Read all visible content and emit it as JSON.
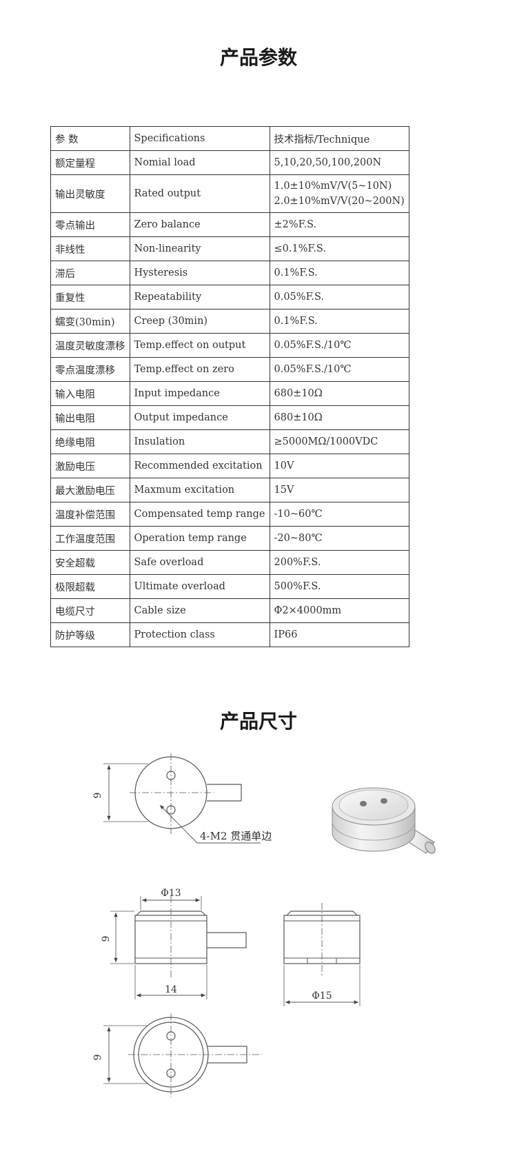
{
  "title_params": "产品参数",
  "title_dimensions": "产品尺寸",
  "table": {
    "header": [
      "参 数",
      "Specifications",
      "技术指标/Technique"
    ],
    "rows": [
      {
        "cn": "额定量程",
        "en": "Nomial load",
        "value": "5,10,20,50,100,200N"
      },
      {
        "cn": "输出灵敏度",
        "en": "Rated output",
        "value": "1.0±10%mV/V(5~10N)",
        "value2": "2.0±10%mV/V(20~200N)"
      },
      {
        "cn": "零点输出",
        "en": "Zero balance",
        "value": "±2%F.S."
      },
      {
        "cn": "非线性",
        "en": "Non-linearity",
        "value": "≤0.1%F.S."
      },
      {
        "cn": "滞后",
        "en": "Hysteresis",
        "value": "0.1%F.S."
      },
      {
        "cn": "重复性",
        "en": "Repeatability",
        "value": "0.05%F.S."
      },
      {
        "cn": "蠕变(30min)",
        "en": "Creep (30min)",
        "value": "0.1%F.S."
      },
      {
        "cn": "温度灵敏度漂移",
        "en": "Temp.effect on output",
        "value": "0.05%F.S./10℃"
      },
      {
        "cn": "零点温度漂移",
        "en": "Temp.effect on zero",
        "value": "0.05%F.S./10℃"
      },
      {
        "cn": "输入电阻",
        "en": "Input impedance",
        "value": "680±10Ω"
      },
      {
        "cn": "输出电阻",
        "en": "Output impedance",
        "value": "680±10Ω"
      },
      {
        "cn": "绝缘电阻",
        "en": "Insulation",
        "value": "≥5000MΩ/1000VDC"
      },
      {
        "cn": "激励电压",
        "en": "Recommended excitation",
        "value": "10V"
      },
      {
        "cn": "最大激励电压",
        "en": "Maxmum excitation",
        "value": "15V"
      },
      {
        "cn": "温度补偿范围",
        "en": "Compensated temp range",
        "value": "-10~60℃"
      },
      {
        "cn": "工作温度范围",
        "en": "Operation temp range",
        "value": "-20~80℃"
      },
      {
        "cn": "安全超载",
        "en": "Safe overload",
        "value": "200%F.S."
      },
      {
        "cn": "极限超载",
        "en": "Ultimate overload",
        "value": "500%F.S."
      },
      {
        "cn": "电缆尺寸",
        "en": "Cable size",
        "value": "Φ2×4000mm"
      },
      {
        "cn": "防护等级",
        "en": "Protection class",
        "value": "IP66"
      }
    ]
  },
  "drawing": {
    "dim_top_height": "9",
    "hole_label": "4-M2 贯通单边",
    "dim_front_diameter": "Φ13",
    "dim_front_height": "9",
    "dim_front_width": "14",
    "dim_side_diameter": "Φ15",
    "dim_bottom_height": "9"
  }
}
